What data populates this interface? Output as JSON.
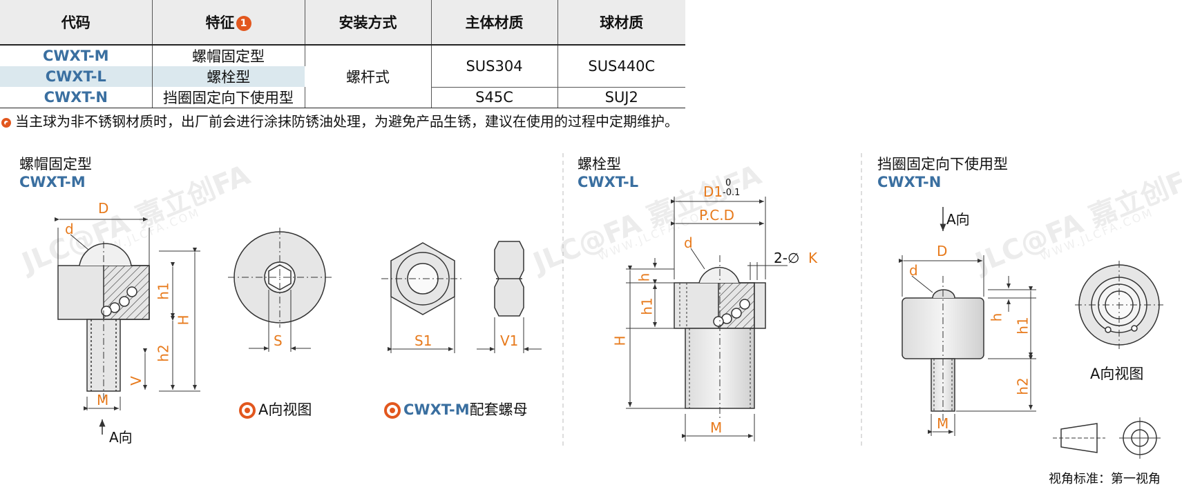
{
  "table": {
    "headers": [
      "代码",
      "特征",
      "安装方式",
      "主体材质",
      "球材质"
    ],
    "feature_badge": "1",
    "rows": [
      {
        "code": "CWXT-M",
        "feature": "螺帽固定型"
      },
      {
        "code": "CWXT-L",
        "feature": "螺栓型"
      },
      {
        "code": "CWXT-N",
        "feature": "挡圈固定向下使用型"
      }
    ],
    "install": "螺杆式",
    "body_mat_ml": "SUS304",
    "ball_mat_ml": "SUS440C",
    "body_mat_n": "S45C",
    "ball_mat_n": "SUJ2"
  },
  "note": "当主球为非不锈钢材质时，出厂前会进行涂抹防锈油处理，为避免产品生锈，建议在使用的过程中定期维护。",
  "sections": [
    {
      "title": "螺帽固定型",
      "code": "CWXT-M"
    },
    {
      "title": "螺栓型",
      "code": "CWXT-L"
    },
    {
      "title": "挡圈固定向下使用型",
      "code": "CWXT-N"
    }
  ],
  "captions": {
    "a_view": "A向视图",
    "nut_code": "CWXT-M",
    "nut_text": "配套螺母",
    "a_dir": "A向",
    "a_view_n": "A向视图",
    "projection": "视角标准：第一视角"
  },
  "dims": {
    "D": "D",
    "d": "d",
    "H": "H",
    "h": "h",
    "h1": "h1",
    "h2": "h2",
    "M": "M",
    "V": "V",
    "S": "S",
    "S1": "S1",
    "V1": "V1",
    "D1": "D1",
    "D1_tol_upper": "0",
    "D1_tol_lower": "-0.1",
    "PCD": "P.C.D",
    "K_prefix": "2-∅",
    "K": "K"
  },
  "watermark": {
    "brand": "JLC@FA 嘉立创FA",
    "url": "WWW.JLCFA.COM"
  },
  "colors": {
    "accent": "#e77a1c",
    "code_blue": "#3a6fa0",
    "badge": "#e2571e",
    "row_highlight": "#dbe8ee"
  }
}
